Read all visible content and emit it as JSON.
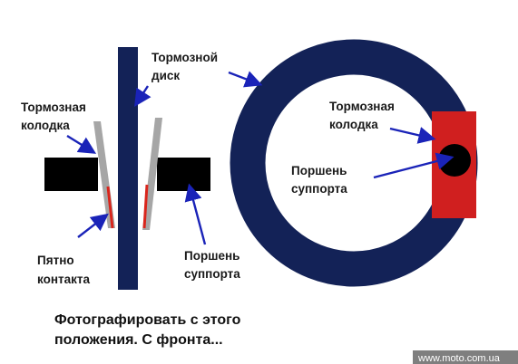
{
  "labels": {
    "disc": [
      "Тормозной",
      "диск"
    ],
    "pad_left": [
      "Тормозная",
      "колодка"
    ],
    "pad_right": [
      "Тормозная",
      "колодка"
    ],
    "contact": [
      "Пятно",
      "контакта"
    ],
    "piston_bottom": [
      "Поршень",
      "суппорта"
    ],
    "piston_right": [
      "Поршень",
      "суппорта"
    ]
  },
  "caption": [
    "Фотографировать с этого",
    "положения. С фронта..."
  ],
  "watermark": "www.moto.com.ua",
  "colors": {
    "disc": "#132257",
    "pad": "#a6a6a6",
    "contact": "#d9251c",
    "caliper": "#d01f1f",
    "piston": "#000000",
    "arrow": "#1a23b8",
    "watermark_bg": "#7f7f7f"
  }
}
